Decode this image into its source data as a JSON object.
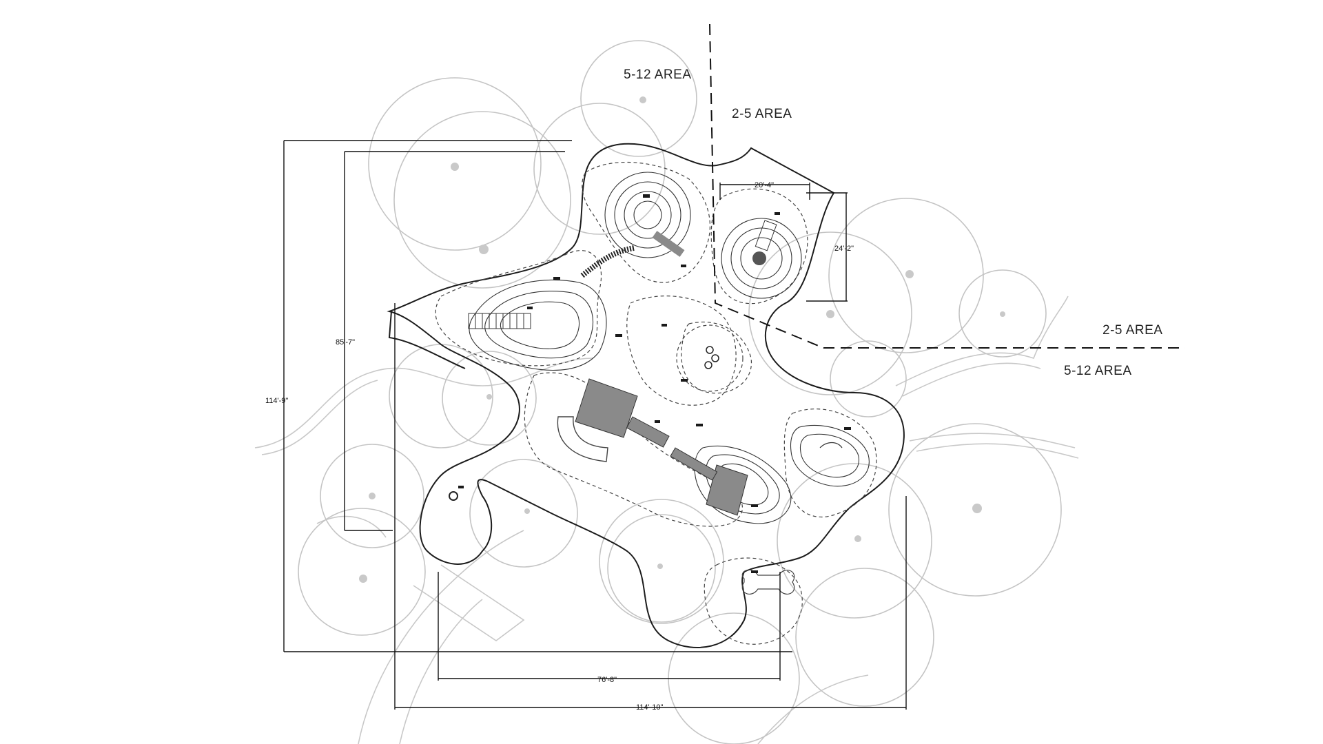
{
  "area_labels": {
    "top_left": "5-12 AREA",
    "top_right": "2-5 AREA",
    "right_upper": "2-5 AREA",
    "right_lower": "5-12 AREA"
  },
  "dimensions": {
    "overall_height": "114'-9\"",
    "inner_height": "85'-7\"",
    "toddler_width": "20'-4\"",
    "toddler_height": "24'-2\"",
    "inner_width": "76'-8\"",
    "overall_width": "114'-10\""
  },
  "colors": {
    "linework": "#1c1c1c",
    "trees": "#c4c4c4",
    "equipment": "#8a8a8a",
    "background": "#ffffff"
  }
}
